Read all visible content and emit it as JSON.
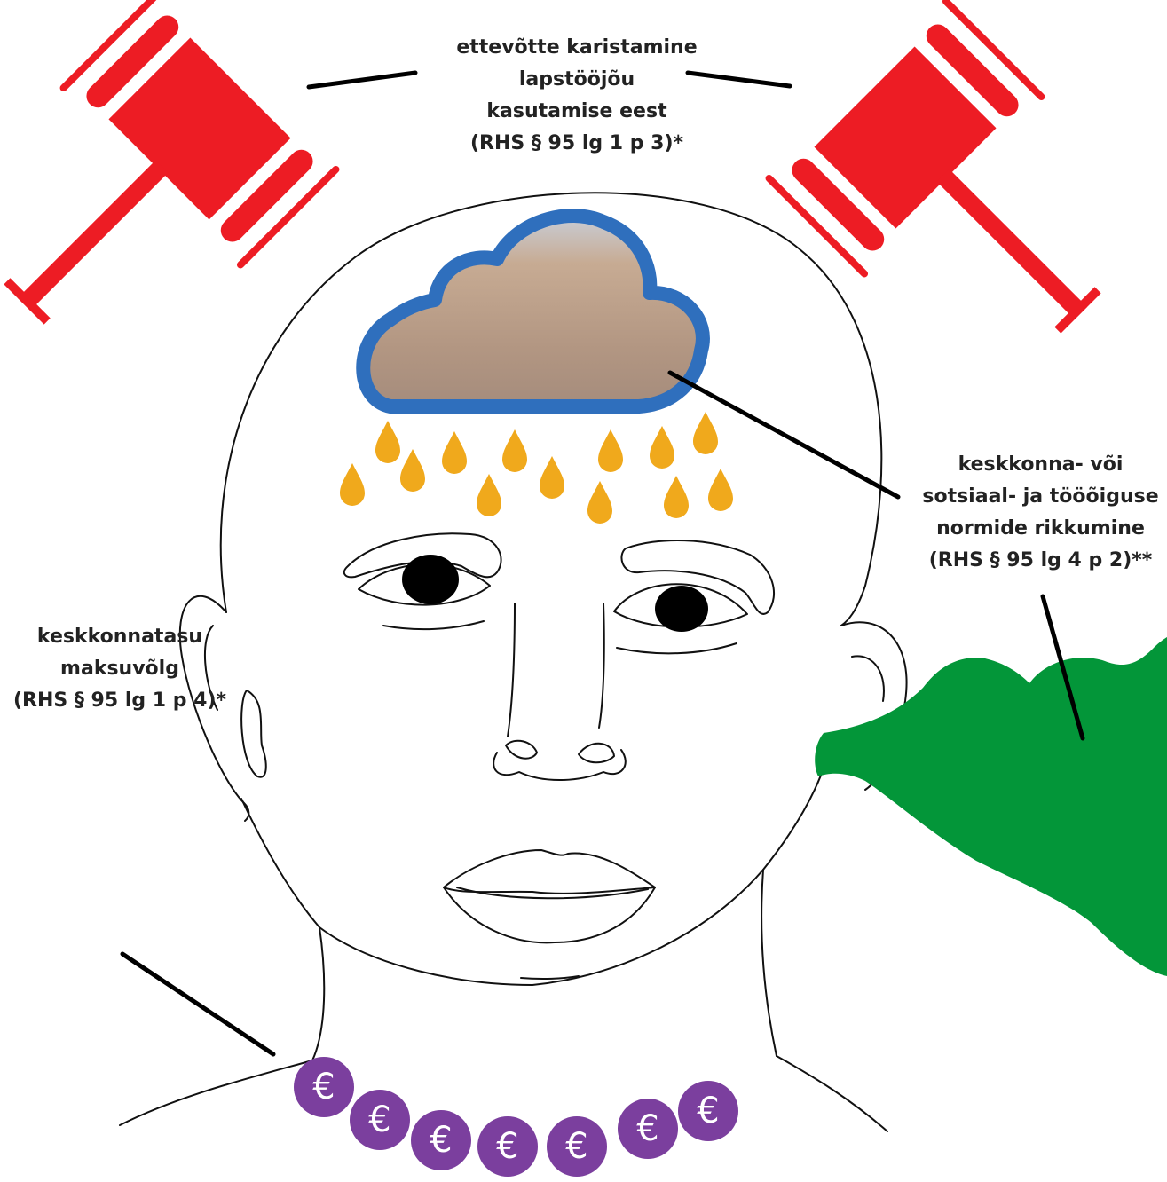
{
  "labels": {
    "top": {
      "line1": "ettevõtte karistamine",
      "line2": "lapstööjõu",
      "line3": "kasutamise eest",
      "line4": "(RHS § 95 lg 1 p 3)*"
    },
    "right": {
      "line1": "keskkonna- või",
      "line2": "sotsiaal- ja tööõiguse",
      "line3": "normide rikkumine",
      "line4": "(RHS § 95 lg 4 p 2)**"
    },
    "bottom": {
      "line1": "keskkonnatasu",
      "line2": "maksuvõlg",
      "line3": "(RHS § 95 lg 1 p 4)*"
    }
  },
  "euro_symbol": "€",
  "colors": {
    "gavel": "#ed1c24",
    "cloud_border": "#2f6fbd",
    "cloud_fill": "#b89c85",
    "drops": "#f0a91c",
    "smoke": "#039639",
    "coins": "#7b3f9e",
    "outline": "#111111"
  },
  "icons": {
    "left_gavel": "gavel-icon",
    "right_gavel": "gavel-icon",
    "cloud": "storm-cloud-icon",
    "drops": "rain-drop-icon",
    "smoke": "smoke-cloud-icon",
    "coins": "euro-coin-icon"
  }
}
